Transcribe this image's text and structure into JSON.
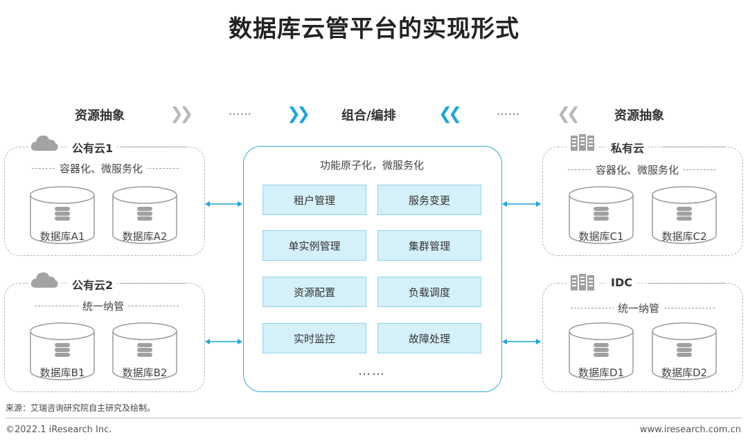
{
  "title": "数据库云管平台的实现形式",
  "header": {
    "left": "资源抽象",
    "center": "组合/编排",
    "right": "资源抽象",
    "dots": "……"
  },
  "groups": {
    "public1": {
      "title": "公有云1",
      "sub": "容器化、微服务化",
      "dbs": [
        "数据库A1",
        "数据库A2"
      ]
    },
    "public2": {
      "title": "公有云2",
      "sub": "统一纳管",
      "dbs": [
        "数据库B1",
        "数据库B2"
      ]
    },
    "private": {
      "title": "私有云",
      "sub": "容器化、微服务化",
      "dbs": [
        "数据库C1",
        "数据库C2"
      ]
    },
    "idc": {
      "title": "IDC",
      "sub": "统一纳管",
      "dbs": [
        "数据库D1",
        "数据库D2"
      ]
    }
  },
  "center": {
    "title": "功能原子化，微服务化",
    "functions": [
      "租户管理",
      "服务变更",
      "单实例管理",
      "集群管理",
      "资源配置",
      "负载调度",
      "实时监控",
      "故障处理"
    ],
    "more": "……"
  },
  "footer": {
    "source": "来源：艾瑞咨询研究院自主研究及绘制。",
    "copyright": "©2022.1 iResearch Inc.",
    "url": "www.iresearch.com.cn"
  },
  "colors": {
    "accent": "#1aa6dc",
    "function_fill": "#d4f0f9",
    "icon_gray": "#a0a0a0"
  }
}
